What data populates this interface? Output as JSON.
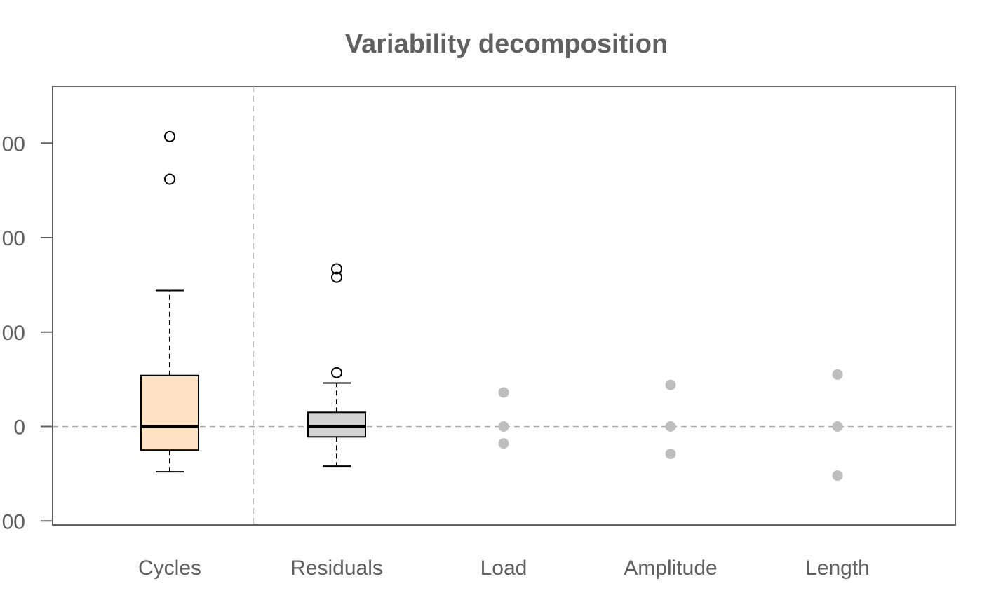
{
  "chart_data": {
    "type": "box",
    "title": "Variability decomposition",
    "xlabel": "",
    "ylabel": "",
    "categories": [
      "Cycles",
      "Residuals",
      "Load",
      "Amplitude",
      "Length"
    ],
    "y_tick_labels": [
      "00",
      "00",
      "00",
      "0",
      "00"
    ],
    "y_tick_values": [
      300,
      200,
      100,
      0,
      -100
    ],
    "ylim": [
      -105,
      360
    ],
    "boxes": [
      {
        "name": "Cycles",
        "whisker_low": -48,
        "q1": -25,
        "median": 0,
        "q3": 54,
        "whisker_high": 144,
        "outliers": [
          307,
          262
        ],
        "fill": "#FDE3C4"
      },
      {
        "name": "Residuals",
        "whisker_low": -42,
        "q1": -11,
        "median": 0,
        "q3": 15,
        "whisker_high": 46,
        "outliers": [
          167,
          158,
          57
        ],
        "fill": "#D3D3D3"
      }
    ],
    "points": [
      {
        "name": "Load",
        "values": [
          36,
          0,
          -18
        ]
      },
      {
        "name": "Amplitude",
        "values": [
          44,
          0,
          -29
        ]
      },
      {
        "name": "Length",
        "values": [
          55,
          0,
          -52
        ]
      }
    ],
    "reference_line": 0,
    "separator_after_category": "Cycles",
    "colors": {
      "axis": "#606060",
      "reference": "#A9A9A9",
      "points": "#BEBEBE",
      "box_stroke": "#000000"
    }
  }
}
